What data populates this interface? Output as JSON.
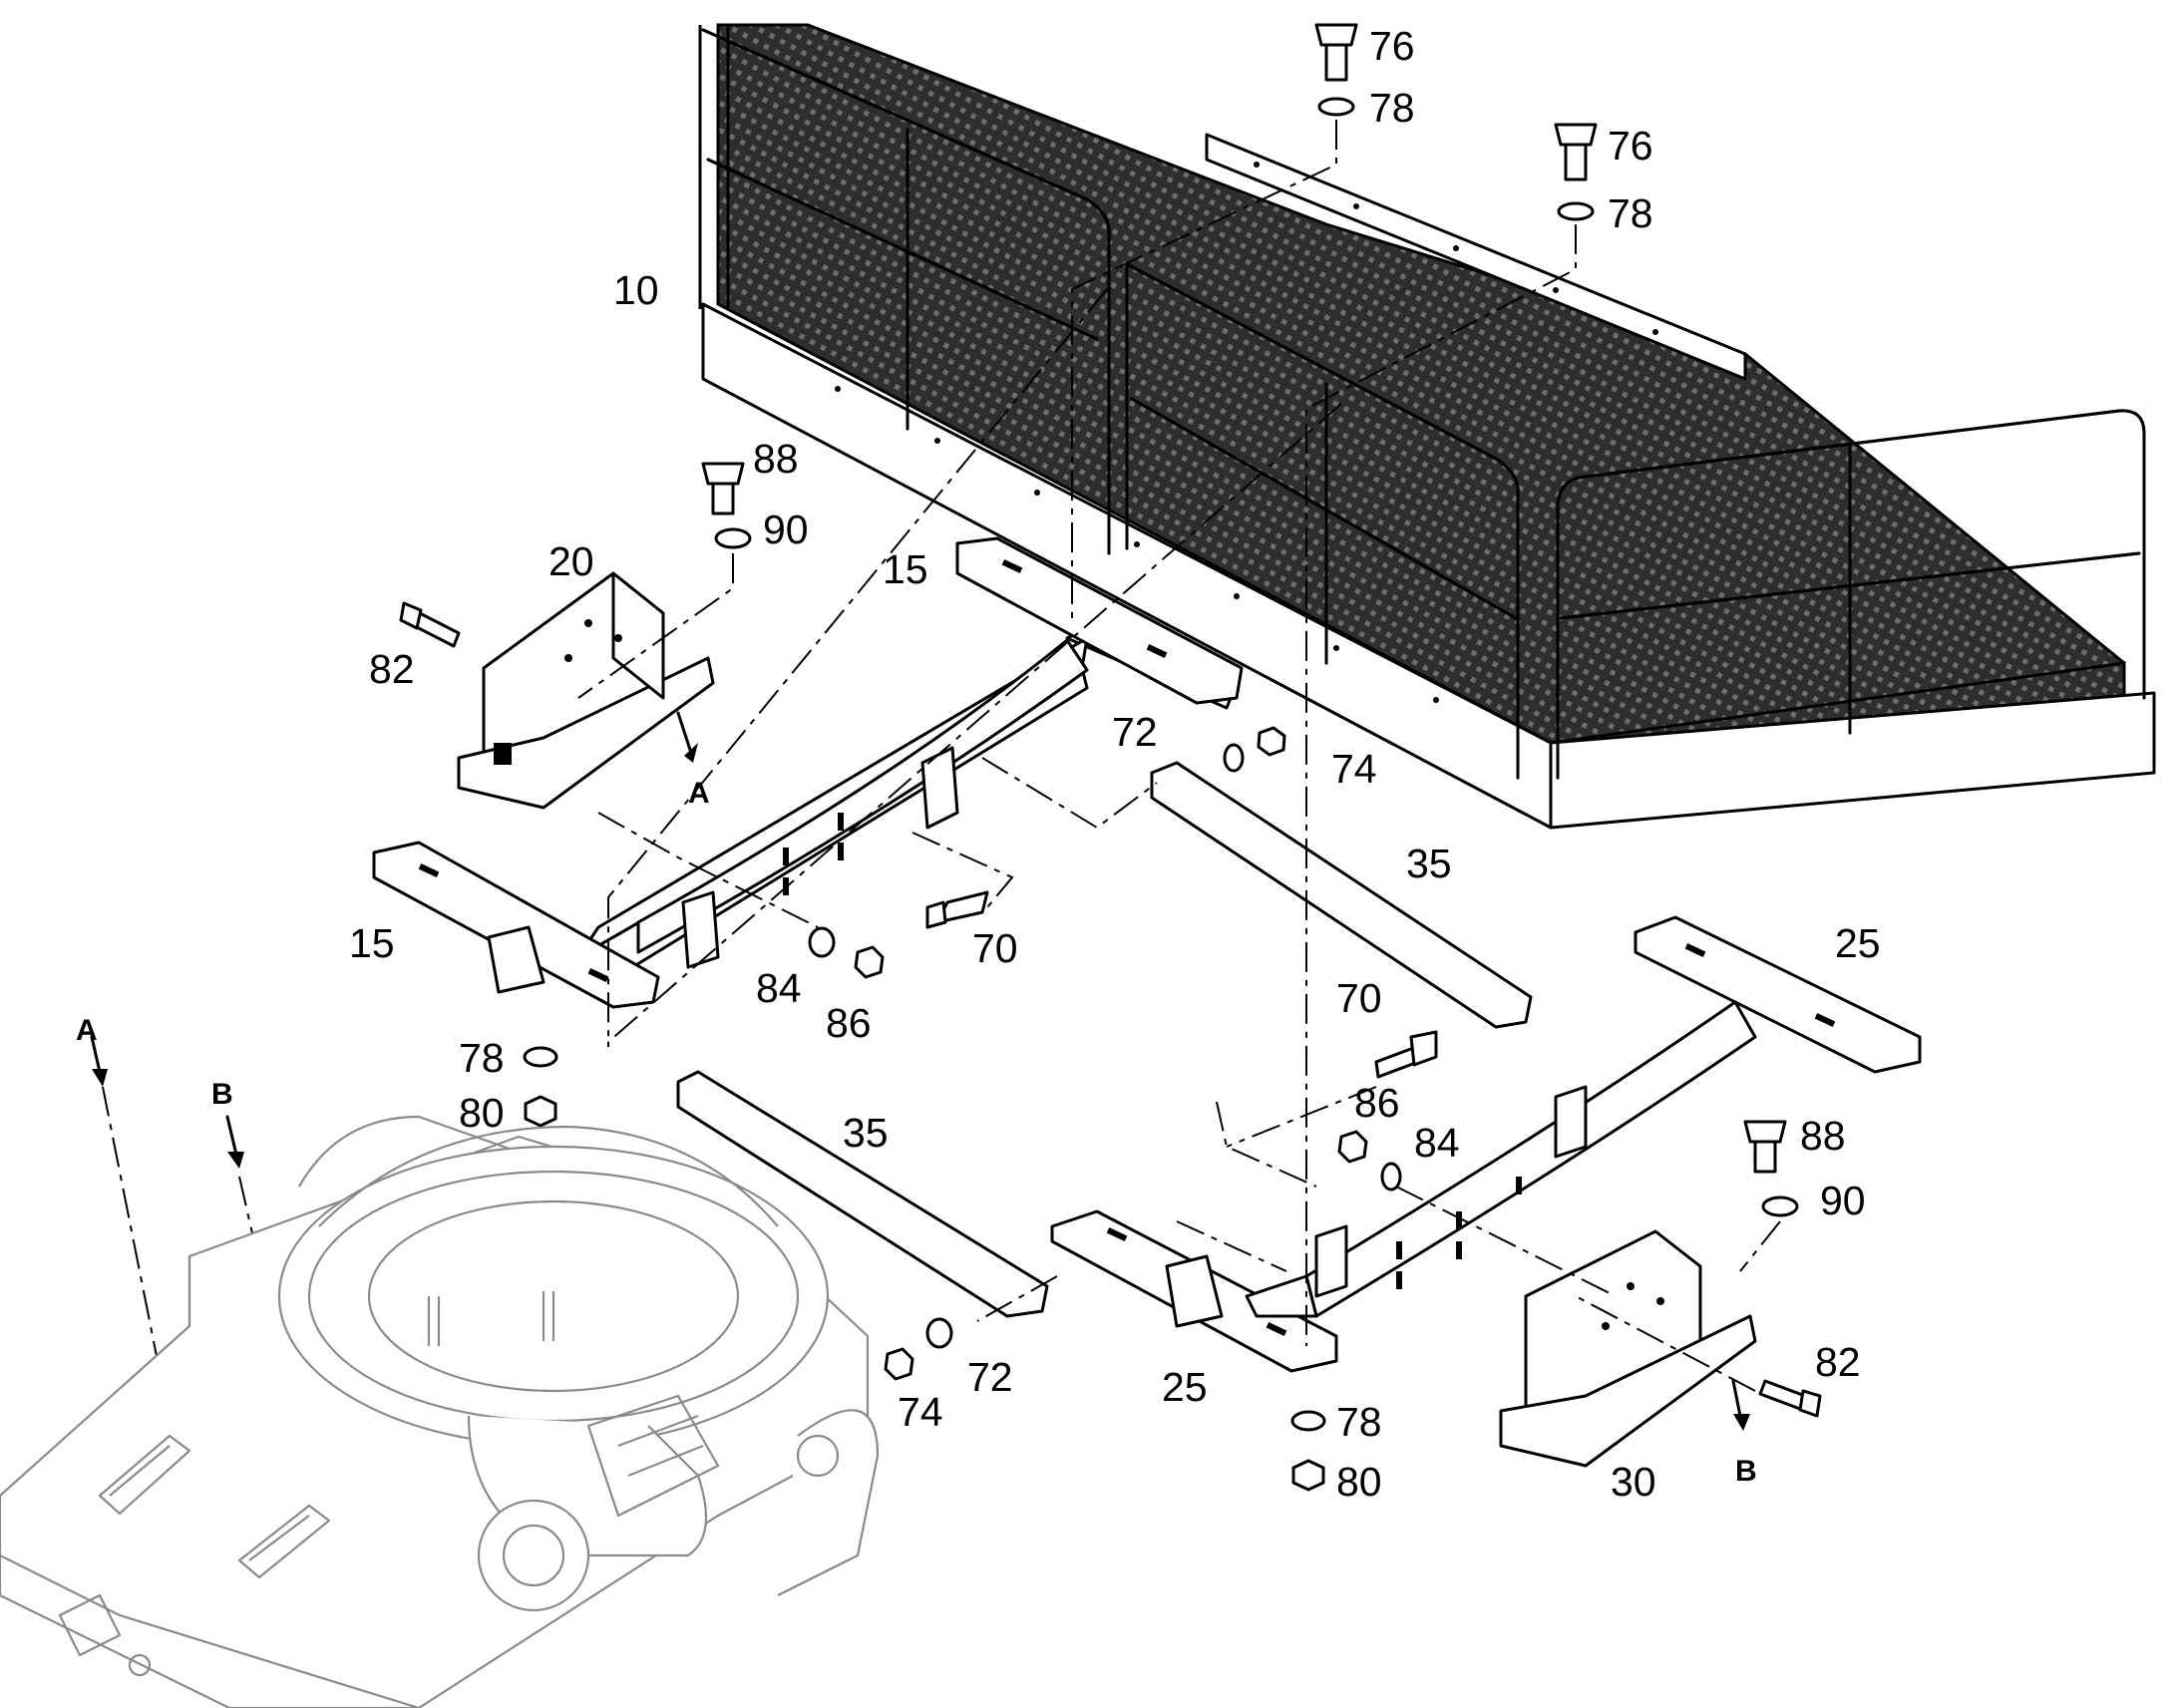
{
  "labels": {
    "p10": "10",
    "p15a": "15",
    "p15b": "15",
    "p20": "20",
    "p25a": "25",
    "p25b": "25",
    "p30": "30",
    "p35a": "35",
    "p35b": "35",
    "p70a": "70",
    "p70b": "70",
    "p72a": "72",
    "p72b": "72",
    "p74a": "74",
    "p74b": "74",
    "p76a": "76",
    "p76b": "76",
    "p78a": "78",
    "p78b": "78",
    "p78c": "78",
    "p78d": "78",
    "p80a": "80",
    "p80b": "80",
    "p82a": "82",
    "p82b": "82",
    "p84a": "84",
    "p84b": "84",
    "p86a": "86",
    "p86b": "86",
    "p88a": "88",
    "p88b": "88",
    "p90a": "90",
    "p90b": "90"
  },
  "view_markers": {
    "a_top": "A",
    "b_top": "B",
    "a_arrow": "A",
    "b_arrow": "B"
  }
}
